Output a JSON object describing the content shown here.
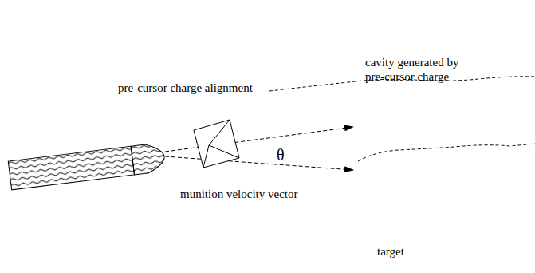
{
  "diagram": {
    "nodes": [
      {
        "text": [
          "target"
        ]
      }
    ],
    "labels": [
      "cavity generated by pre-cursor charge",
      "pre-cursor charge alignment",
      "θ",
      "munition velocity vector"
    ]
  }
}
